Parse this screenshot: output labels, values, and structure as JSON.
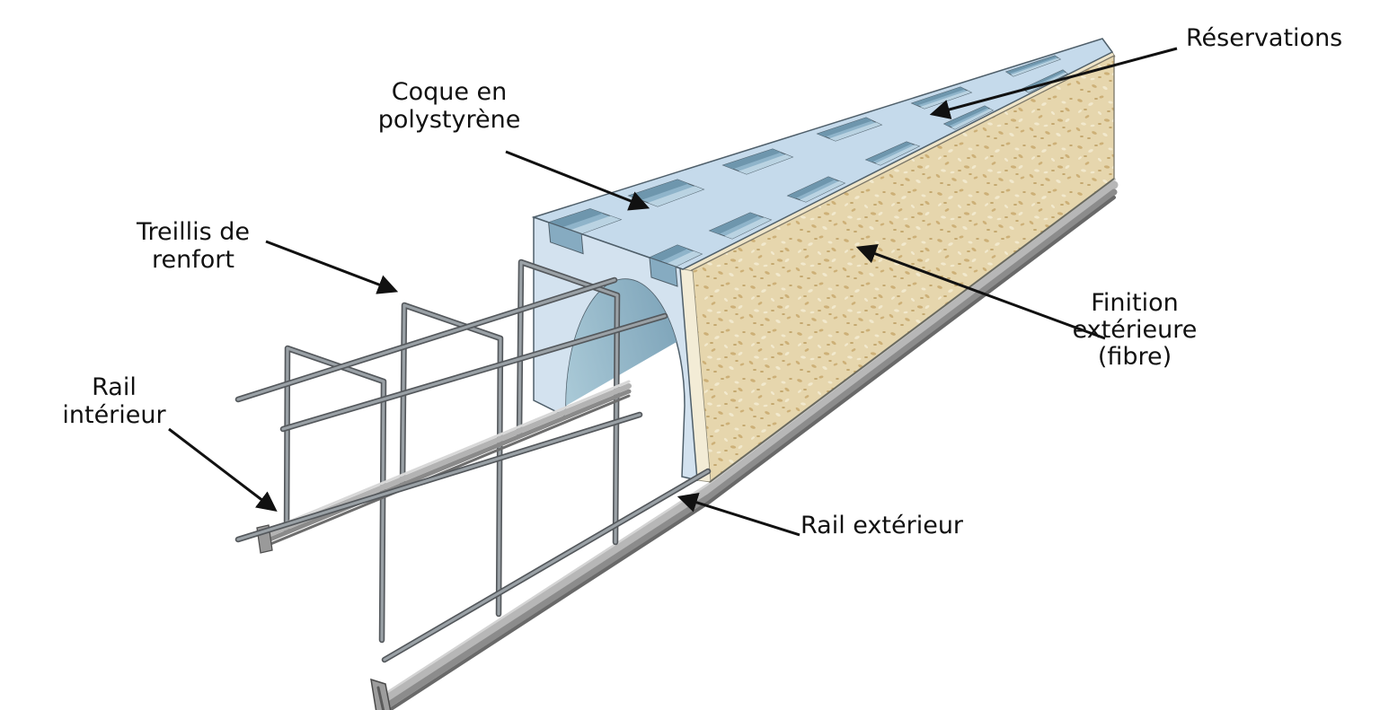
{
  "diagram": {
    "subject": "insulated-formwork-beam-exploded-view",
    "labels": {
      "reservations": {
        "text": "Réservations"
      },
      "coque": {
        "lines": [
          "Coque en",
          "polystyrène"
        ]
      },
      "treillis": {
        "lines": [
          "Treillis de",
          "renfort"
        ]
      },
      "rail_interieur": {
        "lines": [
          "Rail",
          "intérieur"
        ]
      },
      "finition": {
        "lines": [
          "Finition",
          "extérieure",
          "(fibre)"
        ]
      },
      "rail_exterieur": {
        "text": "Rail extérieur"
      }
    },
    "colors": {
      "background": "#ffffff",
      "polystyrene_top": "#c5daeb",
      "polystyrene_front": "#d3e2ef",
      "slot_wall": "#8fb4ca",
      "slot_wall_dark": "#6e96ad",
      "slot_wall_light": "#bad3e2",
      "arch_interior": "#9cc0d1",
      "fiber_panel": "#e6d6ad",
      "fiber_edge": "#f3ecd6",
      "steel_rail": "#9a9a9a",
      "wire_mesh": "#8f959a",
      "line": "#111111"
    }
  }
}
